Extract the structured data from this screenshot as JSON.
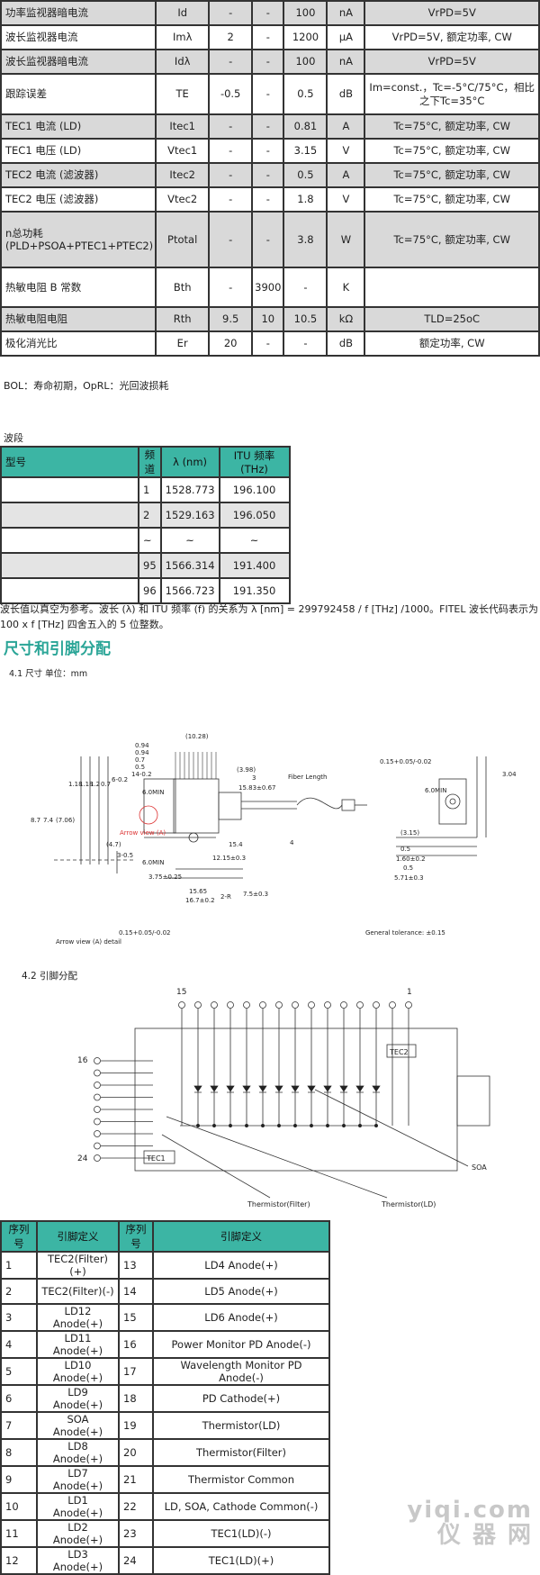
{
  "spec_rows": [
    {
      "param": "功率监视器暗电流",
      "sym": "Id",
      "min": "-",
      "typ": "-",
      "max": "100",
      "unit": "nA",
      "cond": "VrPD=5V",
      "shade": true
    },
    {
      "param": "波长监视器电流",
      "sym": "Imλ",
      "min": "2",
      "typ": "-",
      "max": "1200",
      "unit": "μA",
      "cond": "VrPD=5V, 额定功率, CW",
      "shade": false
    },
    {
      "param": "波长监视器暗电流",
      "sym": "Idλ",
      "min": "-",
      "typ": "-",
      "max": "100",
      "unit": "nA",
      "cond": "VrPD=5V",
      "shade": true
    },
    {
      "param": "跟踪误差",
      "sym": "TE",
      "min": "-0.5",
      "typ": "-",
      "max": "0.5",
      "unit": "dB",
      "cond": "Im=const.，Tc=-5°C/75°C，相比之下Tc=35°C",
      "shade": false
    },
    {
      "param": "TEC1 电流 (LD)",
      "sym": "Itec1",
      "min": "-",
      "typ": "-",
      "max": "0.81",
      "unit": "A",
      "cond": "Tc=75°C, 额定功率, CW",
      "shade": true
    },
    {
      "param": "TEC1 电压 (LD)",
      "sym": "Vtec1",
      "min": "-",
      "typ": "-",
      "max": "3.15",
      "unit": "V",
      "cond": "Tc=75°C, 额定功率, CW",
      "shade": false
    },
    {
      "param": "TEC2 电流 (滤波器)",
      "sym": "Itec2",
      "min": "-",
      "typ": "-",
      "max": "0.5",
      "unit": "A",
      "cond": "Tc=75°C, 额定功率, CW",
      "shade": true
    },
    {
      "param": "TEC2 电压 (滤波器)",
      "sym": "Vtec2",
      "min": "-",
      "typ": "-",
      "max": "1.8",
      "unit": "V",
      "cond": "Tc=75°C, 额定功率, CW",
      "shade": false
    },
    {
      "param": "n总功耗 (PLD+PSOA+PTEC1+PTEC2)",
      "sym": "Ptotal",
      "min": "-",
      "typ": "-",
      "max": "3.8",
      "unit": "W",
      "cond": "Tc=75°C, 额定功率, CW",
      "shade": true
    },
    {
      "param": "热敏电阻 B 常数",
      "sym": "Bth",
      "min": "-",
      "typ": "3900",
      "max": "-",
      "unit": "K",
      "cond": "",
      "shade": false
    },
    {
      "param": "热敏电阻电阻",
      "sym": "Rth",
      "min": "9.5",
      "typ": "10",
      "max": "10.5",
      "unit": "kΩ",
      "cond": "TLD=25oC",
      "shade": true
    },
    {
      "param": "极化消光比",
      "sym": "Er",
      "min": "20",
      "typ": "-",
      "max": "-",
      "unit": "dB",
      "cond": "额定功率, CW",
      "shade": false
    }
  ],
  "spec_note": "BOL：寿命初期，OpRL：光回波损耗",
  "band_title": "波段",
  "band_headers": [
    "型号",
    "频道",
    "λ (nm)",
    "ITU 频率 (THz)"
  ],
  "band_rows": [
    {
      "model": "",
      "ch": "1",
      "wl": "1528.773",
      "freq": "196.100"
    },
    {
      "model": "",
      "ch": "2",
      "wl": "1529.163",
      "freq": "196.050"
    },
    {
      "model": "",
      "ch": "~",
      "wl": "~",
      "freq": "~"
    },
    {
      "model": "",
      "ch": "95",
      "wl": "1566.314",
      "freq": "191.400"
    },
    {
      "model": "",
      "ch": "96",
      "wl": "1566.723",
      "freq": "191.350"
    }
  ],
  "band_note": "波长值以真空为参考。波长 (λ) 和 ITU 频率 (f) 的关系为 λ [nm] = 299792458 / f [THz] /1000。FITEL 波长代码表示为 100 x f [THz] 四舍五入的 5 位整数。",
  "section_title": "尺寸和引脚分配",
  "dim_title": "4.1 尺寸 单位：mm",
  "pin_title": "4.2 引脚分配",
  "dim_drawing": {
    "labels": [
      "(10.28)",
      "0.94",
      "0.94",
      "0.7",
      "0.5",
      "14-0.2",
      "(3.98)",
      "3",
      "Fiber Length",
      "15.83±0.67",
      "0.15+0.05/-0.02",
      "3.04",
      "6.0MIN",
      "8.7",
      "7.4",
      "(7.06)",
      "1.18",
      "1.18",
      "1.2",
      "0.7",
      "6-0.2",
      "6.0MIN",
      "Arrow view (A)",
      "(4.7)",
      "3-0.5",
      "6.0MIN",
      "3.75±0.25",
      "12.15±0.3",
      "15.4",
      "7.5±0.3",
      "4",
      "15.65",
      "16.7±0.2",
      "2-R",
      "(3.15)",
      "0.5",
      "1.60±0.2",
      "0.5",
      "5.71±0.3",
      "0.15+0.05/-0.02",
      "Arrow view (A) detail",
      "General tolerance: ±0.15"
    ]
  },
  "pin_drawing": {
    "pin15": "15",
    "pin1": "1",
    "pin16": "16",
    "pin24": "24",
    "tec2": "TEC2",
    "tec1": "TEC1",
    "soa": "SOA",
    "th_filter": "Thermistor(Filter)",
    "th_ld": "Thermistor(LD)"
  },
  "pin_headers": [
    "序列号",
    "引脚定义",
    "序列号",
    "引脚定义"
  ],
  "pin_rows": [
    [
      "1",
      "TEC2(Filter)(+)",
      "13",
      "LD4 Anode(+)"
    ],
    [
      "2",
      "TEC2(Filter)(-)",
      "14",
      "LD5 Anode(+)"
    ],
    [
      "3",
      "LD12 Anode(+)",
      "15",
      "LD6 Anode(+)"
    ],
    [
      "4",
      "LD11 Anode(+)",
      "16",
      "Power Monitor PD Anode(-)"
    ],
    [
      "5",
      "LD10 Anode(+)",
      "17",
      "Wavelength Monitor PD Anode(-)"
    ],
    [
      "6",
      "LD9 Anode(+)",
      "18",
      "PD Cathode(+)"
    ],
    [
      "7",
      "SOA Anode(+)",
      "19",
      "Thermistor(LD)"
    ],
    [
      "8",
      "LD8 Anode(+)",
      "20",
      "Thermistor(Filter)"
    ],
    [
      "9",
      "LD7 Anode(+)",
      "21",
      "Thermistor Common"
    ],
    [
      "10",
      "LD1 Anode(+)",
      "22",
      "LD, SOA, Cathode Common(-)"
    ],
    [
      "11",
      "LD2 Anode(+)",
      "23",
      "TEC1(LD)(-)"
    ],
    [
      "12",
      "LD3 Anode(+)",
      "24",
      "TEC1(LD)(+)"
    ]
  ],
  "watermark": [
    "yiqi.com",
    "仪 器 网"
  ]
}
